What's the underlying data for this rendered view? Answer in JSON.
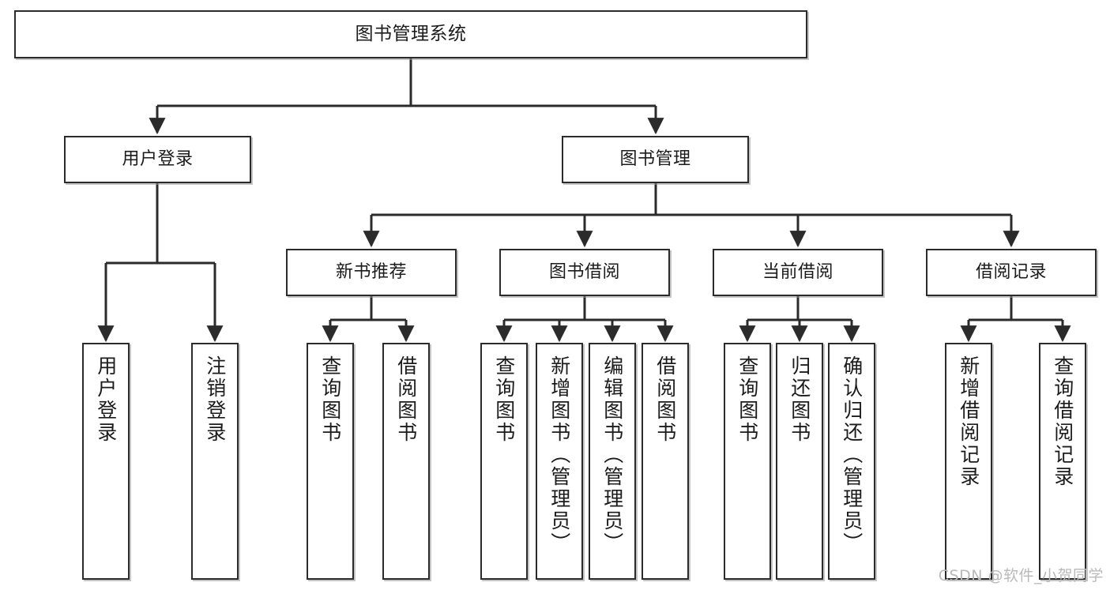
{
  "diagram": {
    "title": "图书管理系统",
    "type": "hierarchy-tree",
    "watermark": "CSDN @软件_小贺同学",
    "colors": {
      "box_border": "#2b2b2b",
      "box_fill": "#ffffff",
      "line": "#2b2b2b",
      "shadow": "#969696",
      "watermark": "#b9b9b9",
      "background": "#ffffff"
    },
    "nodes": {
      "root": {
        "label": "图书管理系统"
      },
      "level2": [
        {
          "id": "user-login",
          "label": "用户登录"
        },
        {
          "id": "book-manage",
          "label": "图书管理"
        }
      ],
      "level3": [
        {
          "id": "new-book-recommend",
          "label": "新书推荐"
        },
        {
          "id": "book-borrow",
          "label": "图书借阅"
        },
        {
          "id": "current-borrow",
          "label": "当前借阅"
        },
        {
          "id": "borrow-record",
          "label": "借阅记录"
        }
      ],
      "leaves": {
        "user-login": [
          {
            "id": "leaf-user-login",
            "label": "用户登录"
          },
          {
            "id": "leaf-user-logout",
            "label": "注销登录"
          }
        ],
        "new-book-recommend": [
          {
            "id": "leaf-query-book-1",
            "label": "查询图书"
          },
          {
            "id": "leaf-borrow-book-1",
            "label": "借阅图书"
          }
        ],
        "book-borrow": [
          {
            "id": "leaf-query-book-2",
            "label": "查询图书"
          },
          {
            "id": "leaf-add-book",
            "label": "新增图书（管理员）"
          },
          {
            "id": "leaf-edit-book",
            "label": "编辑图书（管理员）"
          },
          {
            "id": "leaf-borrow-book-2",
            "label": "借阅图书"
          }
        ],
        "current-borrow": [
          {
            "id": "leaf-query-book-3",
            "label": "查询图书"
          },
          {
            "id": "leaf-return-book",
            "label": "归还图书"
          },
          {
            "id": "leaf-confirm-return",
            "label": "确认归还（管理员）"
          }
        ],
        "borrow-record": [
          {
            "id": "leaf-add-record",
            "label": "新增借阅记录"
          },
          {
            "id": "leaf-query-record",
            "label": "查询借阅记录"
          }
        ]
      }
    }
  }
}
